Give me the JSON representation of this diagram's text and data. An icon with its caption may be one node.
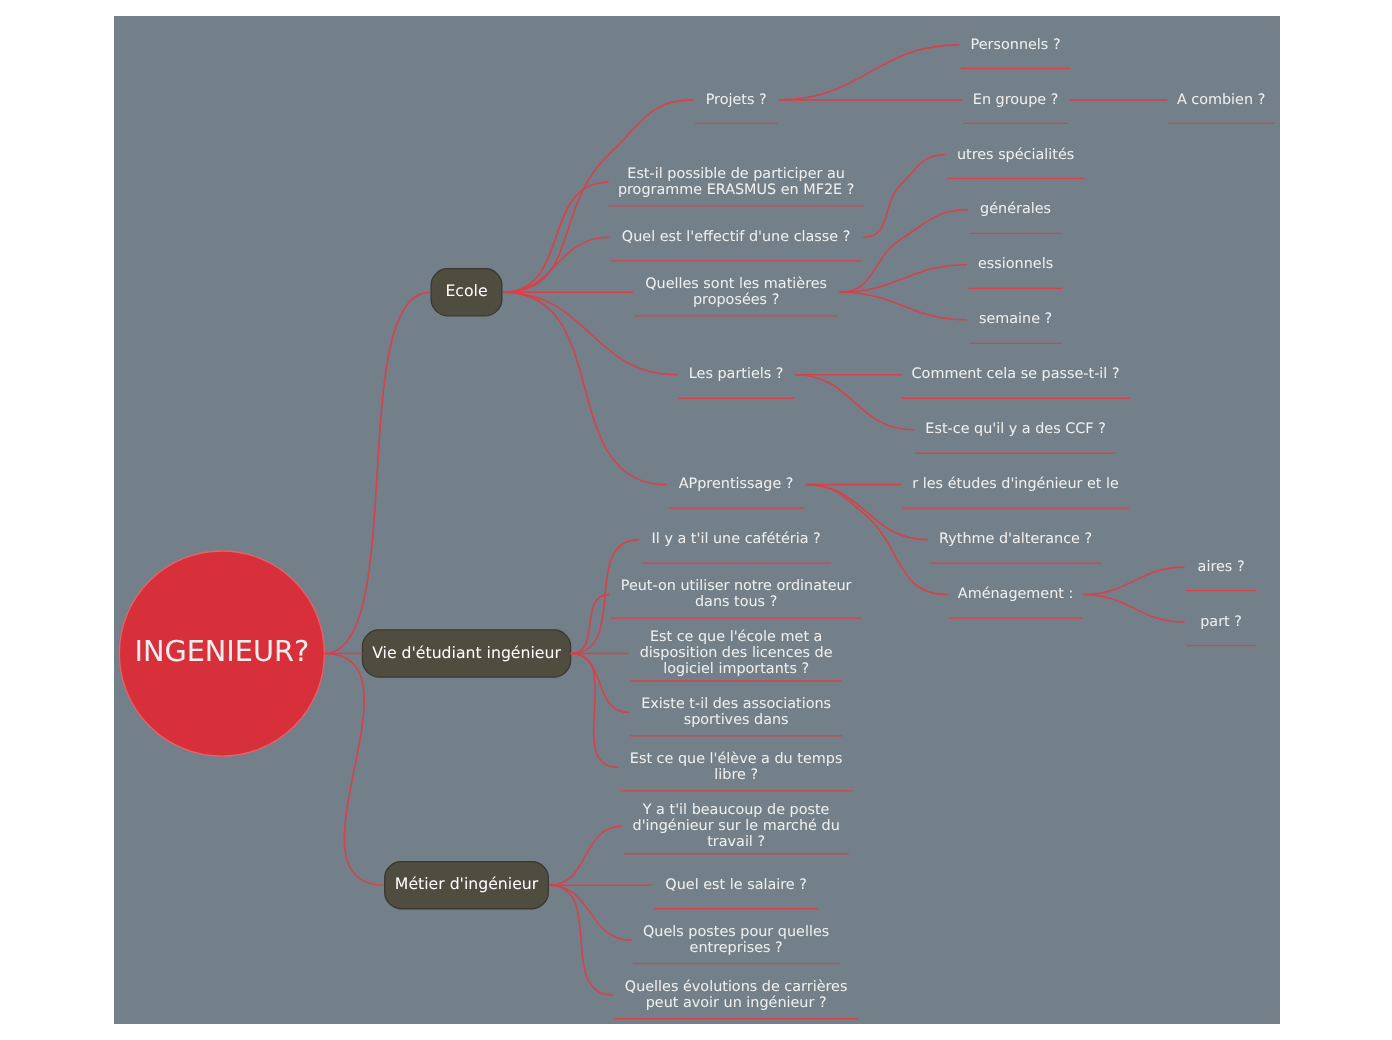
{
  "diagram": {
    "nodes": [
      {
        "text": [
          "INGENIEUR?"
        ]
      },
      {
        "text": [
          "Ecole"
        ]
      },
      {
        "text": [
          "Projets ?"
        ]
      },
      {
        "text": [
          "Personnels ?"
        ]
      },
      {
        "text": [
          "En groupe ?"
        ]
      },
      {
        "text": [
          "A combien ?"
        ]
      },
      {
        "text": [
          "Est-il possible de participer au programme ERASMUS en MF2E ?"
        ]
      },
      {
        "text": [
          "Quel est l'effectif d'une classe ?"
        ]
      },
      {
        "text": [
          "utres spécialités"
        ]
      },
      {
        "text": [
          "Quelles sont les matières proposées ?"
        ]
      },
      {
        "text": [
          "générales"
        ]
      },
      {
        "text": [
          "essionnels"
        ]
      },
      {
        "text": [
          "semaine ?"
        ]
      },
      {
        "text": [
          "Les partiels ?"
        ]
      },
      {
        "text": [
          "Comment cela se passe-t-il ?"
        ]
      },
      {
        "text": [
          "Est-ce qu'il y a des CCF ?"
        ]
      },
      {
        "text": [
          "APprentissage ?"
        ]
      },
      {
        "text": [
          "r les études d'ingénieur et le"
        ]
      },
      {
        "text": [
          "Rythme d'alterance ?"
        ]
      },
      {
        "text": [
          "Aménagement :"
        ]
      },
      {
        "text": [
          "aires ?"
        ]
      },
      {
        "text": [
          "part ?"
        ]
      },
      {
        "text": [
          "Vie d'étudiant ingénieur"
        ]
      },
      {
        "text": [
          "Il y a t'il une cafétéria ?"
        ]
      },
      {
        "text": [
          "Peut-on utiliser notre ordinateur dans tous ?"
        ]
      },
      {
        "text": [
          "Est ce que l'école met a disposition des licences de logiciel importants ?"
        ]
      },
      {
        "text": [
          "Existe t-il des associations sportives dans"
        ]
      },
      {
        "text": [
          "Est ce que l'élève a du temps libre ?"
        ]
      },
      {
        "text": [
          "Métier d'ingénieur"
        ]
      },
      {
        "text": [
          "Y a t'il beaucoup de poste d'ingénieur sur le marché du travail ?"
        ]
      },
      {
        "text": [
          "Quel est le salaire ?"
        ]
      },
      {
        "text": [
          "Quels postes pour quelles entreprises ?"
        ]
      },
      {
        "text": [
          "Quelles évolutions de carrières peut avoir un ingénieur ?"
        ]
      }
    ],
    "edges": [
      {
        "from": 0,
        "to": 1,
        "arrow": "none"
      },
      {
        "from": 1,
        "to": 2,
        "arrow": "none"
      },
      {
        "from": 2,
        "to": 3,
        "arrow": "none"
      },
      {
        "from": 2,
        "to": 4,
        "arrow": "none"
      },
      {
        "from": 4,
        "to": 5,
        "arrow": "none"
      },
      {
        "from": 1,
        "to": 6,
        "arrow": "none"
      },
      {
        "from": 1,
        "to": 7,
        "arrow": "none"
      },
      {
        "from": 7,
        "to": 8,
        "arrow": "none"
      },
      {
        "from": 1,
        "to": 9,
        "arrow": "none"
      },
      {
        "from": 9,
        "to": 10,
        "arrow": "none"
      },
      {
        "from": 9,
        "to": 11,
        "arrow": "none"
      },
      {
        "from": 9,
        "to": 12,
        "arrow": "none"
      },
      {
        "from": 1,
        "to": 13,
        "arrow": "none"
      },
      {
        "from": 13,
        "to": 14,
        "arrow": "none"
      },
      {
        "from": 13,
        "to": 15,
        "arrow": "none"
      },
      {
        "from": 1,
        "to": 16,
        "arrow": "none"
      },
      {
        "from": 16,
        "to": 17,
        "arrow": "none"
      },
      {
        "from": 16,
        "to": 18,
        "arrow": "none"
      },
      {
        "from": 16,
        "to": 19,
        "arrow": "none"
      },
      {
        "from": 19,
        "to": 20,
        "arrow": "none"
      },
      {
        "from": 19,
        "to": 21,
        "arrow": "none"
      },
      {
        "from": 0,
        "to": 22,
        "arrow": "none"
      },
      {
        "from": 22,
        "to": 23,
        "arrow": "none"
      },
      {
        "from": 22,
        "to": 24,
        "arrow": "none"
      },
      {
        "from": 22,
        "to": 25,
        "arrow": "none"
      },
      {
        "from": 22,
        "to": 26,
        "arrow": "none"
      },
      {
        "from": 22,
        "to": 27,
        "arrow": "none"
      },
      {
        "from": 0,
        "to": 28,
        "arrow": "none"
      },
      {
        "from": 28,
        "to": 29,
        "arrow": "none"
      },
      {
        "from": 28,
        "to": 30,
        "arrow": "none"
      },
      {
        "from": 28,
        "to": 31,
        "arrow": "none"
      },
      {
        "from": 28,
        "to": 32,
        "arrow": "none"
      }
    ]
  }
}
